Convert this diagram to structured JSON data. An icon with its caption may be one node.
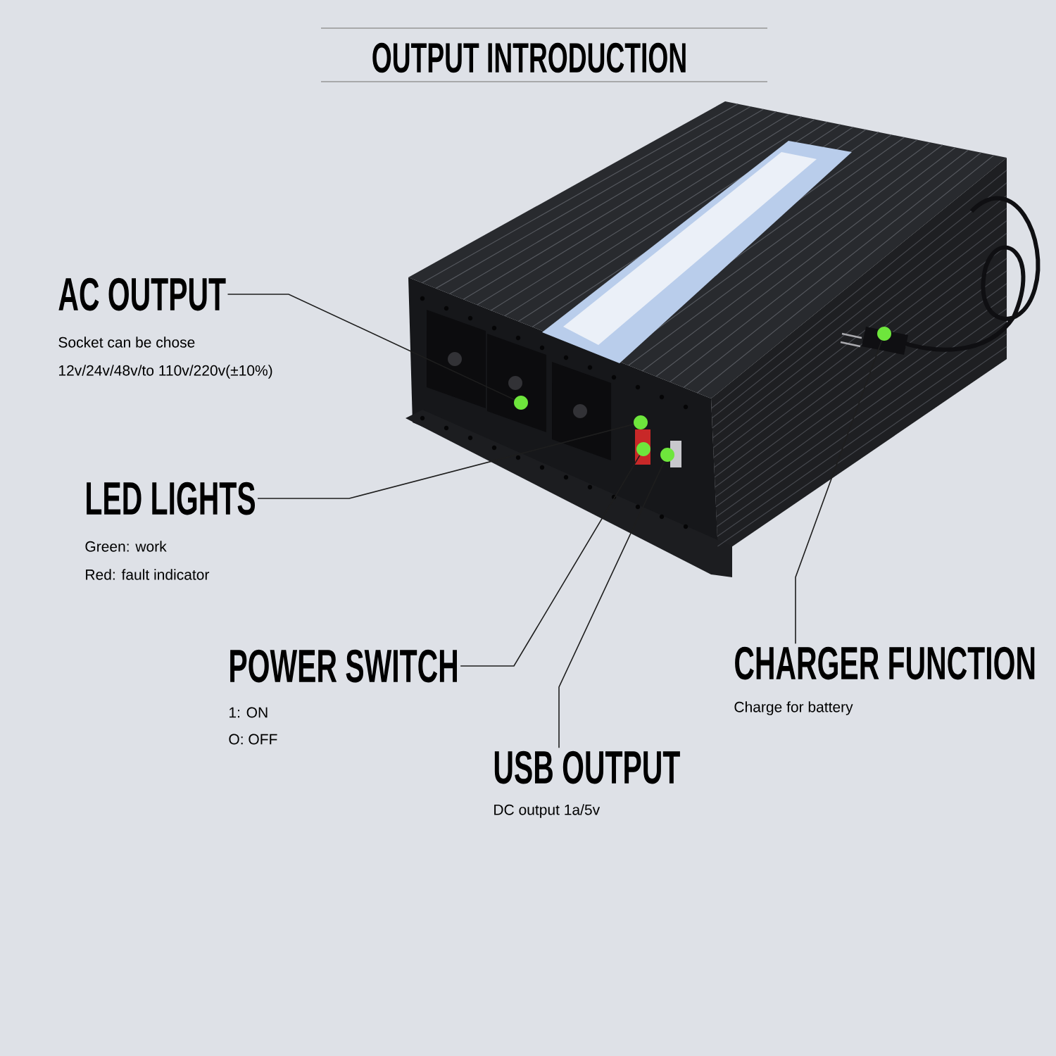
{
  "diagram": {
    "title": "OUTPUT INTRODUCTION",
    "nodes": [
      {
        "text": [
          "AC OUTPUT",
          "Socket can be chose",
          "12v/24v/48v/to 110v/220v(±10%)"
        ]
      },
      {
        "text": [
          "LED LIGHTS",
          "Green: work",
          "Red: fault indicator"
        ]
      },
      {
        "text": [
          "POWER SWITCH",
          "1: ON",
          "O: OFF"
        ]
      },
      {
        "text": [
          "CHARGER FUNCTION",
          "Charge for battery"
        ]
      },
      {
        "text": [
          "USB OUTPUT",
          "DC output 1a/5v"
        ]
      },
      {
        "text": [],
        "shape": "circle"
      },
      {
        "text": [],
        "shape": "circle"
      },
      {
        "text": [],
        "shape": "circle"
      },
      {
        "text": [],
        "shape": "circle"
      },
      {
        "text": [],
        "shape": "circle"
      }
    ],
    "edges": [
      {
        "from": 0,
        "to": 5,
        "arrow": "none"
      },
      {
        "from": 1,
        "to": 6,
        "arrow": "none"
      },
      {
        "from": 2,
        "to": 7,
        "arrow": "none"
      },
      {
        "from": 4,
        "to": 8,
        "arrow": "none"
      },
      {
        "from": 3,
        "to": 9,
        "arrow": "none"
      }
    ]
  }
}
